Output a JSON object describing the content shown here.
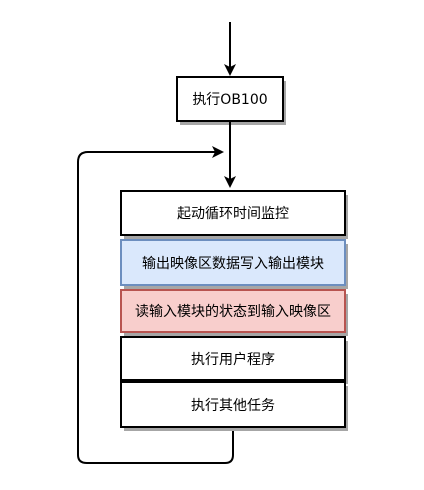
{
  "start_box": {
    "label": "执行OB100"
  },
  "cycle_steps": [
    {
      "label": "起动循环时间监控",
      "fill": "#ffffff",
      "stroke": "#000000"
    },
    {
      "label": "输出映像区数据写入输出模块",
      "fill": "#dae8fc",
      "stroke": "#6c8ebf"
    },
    {
      "label": "读输入模块的状态到输入映像区",
      "fill": "#f8cecc",
      "stroke": "#b85450"
    },
    {
      "label": "执行用户程序",
      "fill": "#ffffff",
      "stroke": "#000000"
    },
    {
      "label": "执行其他任务",
      "fill": "#ffffff",
      "stroke": "#000000"
    }
  ],
  "colors": {
    "line": "#000000",
    "shadow": "#a6a6a6"
  }
}
